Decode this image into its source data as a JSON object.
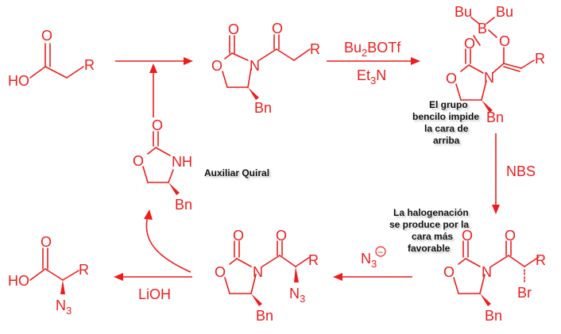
{
  "colors": {
    "structure": "#ee1c1c",
    "note_text": "#111111",
    "background": "#ffffff"
  },
  "atoms": {
    "O": "O",
    "N": "N",
    "R": "R",
    "HO": "HO",
    "Bn": "Bn",
    "B": "B",
    "Bu": "Bu",
    "NH": "NH",
    "Br": "Br",
    "N3_main": "N",
    "N3_sub": "3"
  },
  "reagents": {
    "boron_main": "Bu",
    "boron_sub": "2",
    "boron_tail": "BOTf",
    "base_main": "Et",
    "base_sub": "3",
    "base_tail": "N",
    "halogenating": "NBS",
    "azide_main": "N",
    "azide_sub": "3",
    "azide_charge": "−",
    "hydrolysis": "LiOH"
  },
  "notes": {
    "auxiliary": "Auxiliar Quiral",
    "benzyl_line1": "El grupo",
    "benzyl_line2": "bencilo impide",
    "benzyl_line3": "la cara de",
    "benzyl_line4": "arriba",
    "halogenation_line1": "La halogenación",
    "halogenation_line2": "se produce por la",
    "halogenation_line3": "cara más",
    "halogenation_line4": "favorable"
  }
}
